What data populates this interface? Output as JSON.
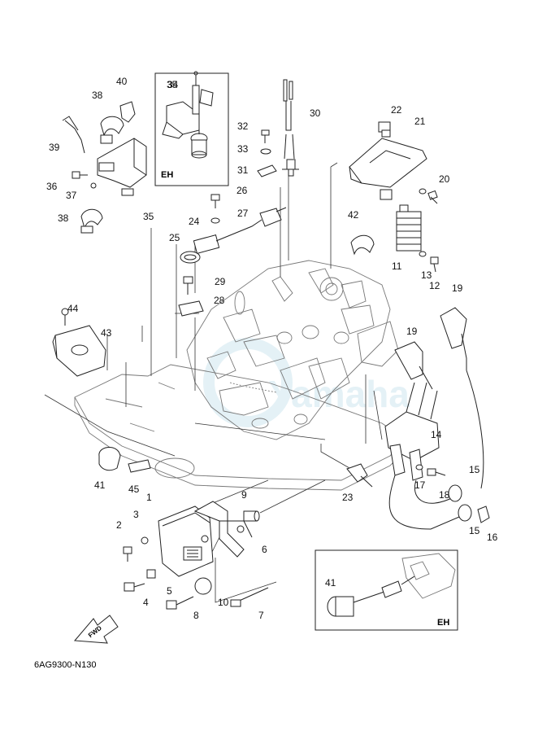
{
  "diagram_code": "6AG9300-N130",
  "fwd_label": "FWD",
  "inset_labels": [
    "EH",
    "EH"
  ],
  "watermark_text": "Yamaha",
  "parts": [
    {
      "n": "1"
    },
    {
      "n": "2"
    },
    {
      "n": "3"
    },
    {
      "n": "4"
    },
    {
      "n": "5"
    },
    {
      "n": "6"
    },
    {
      "n": "7"
    },
    {
      "n": "8"
    },
    {
      "n": "9"
    },
    {
      "n": "10"
    },
    {
      "n": "11"
    },
    {
      "n": "12"
    },
    {
      "n": "13"
    },
    {
      "n": "14"
    },
    {
      "n": "15"
    },
    {
      "n": "15"
    },
    {
      "n": "16"
    },
    {
      "n": "17"
    },
    {
      "n": "18"
    },
    {
      "n": "19"
    },
    {
      "n": "19"
    },
    {
      "n": "20"
    },
    {
      "n": "21"
    },
    {
      "n": "22"
    },
    {
      "n": "23"
    },
    {
      "n": "24"
    },
    {
      "n": "25"
    },
    {
      "n": "26"
    },
    {
      "n": "27"
    },
    {
      "n": "28"
    },
    {
      "n": "29"
    },
    {
      "n": "30"
    },
    {
      "n": "31"
    },
    {
      "n": "32"
    },
    {
      "n": "33"
    },
    {
      "n": "34"
    },
    {
      "n": "35"
    },
    {
      "n": "35"
    },
    {
      "n": "36"
    },
    {
      "n": "37"
    },
    {
      "n": "38"
    },
    {
      "n": "38"
    },
    {
      "n": "39"
    },
    {
      "n": "40"
    },
    {
      "n": "41"
    },
    {
      "n": "41"
    },
    {
      "n": "42"
    },
    {
      "n": "43"
    },
    {
      "n": "44"
    },
    {
      "n": "45"
    }
  ],
  "colors": {
    "line": "#222222",
    "watermark": "#cfe6ef"
  }
}
